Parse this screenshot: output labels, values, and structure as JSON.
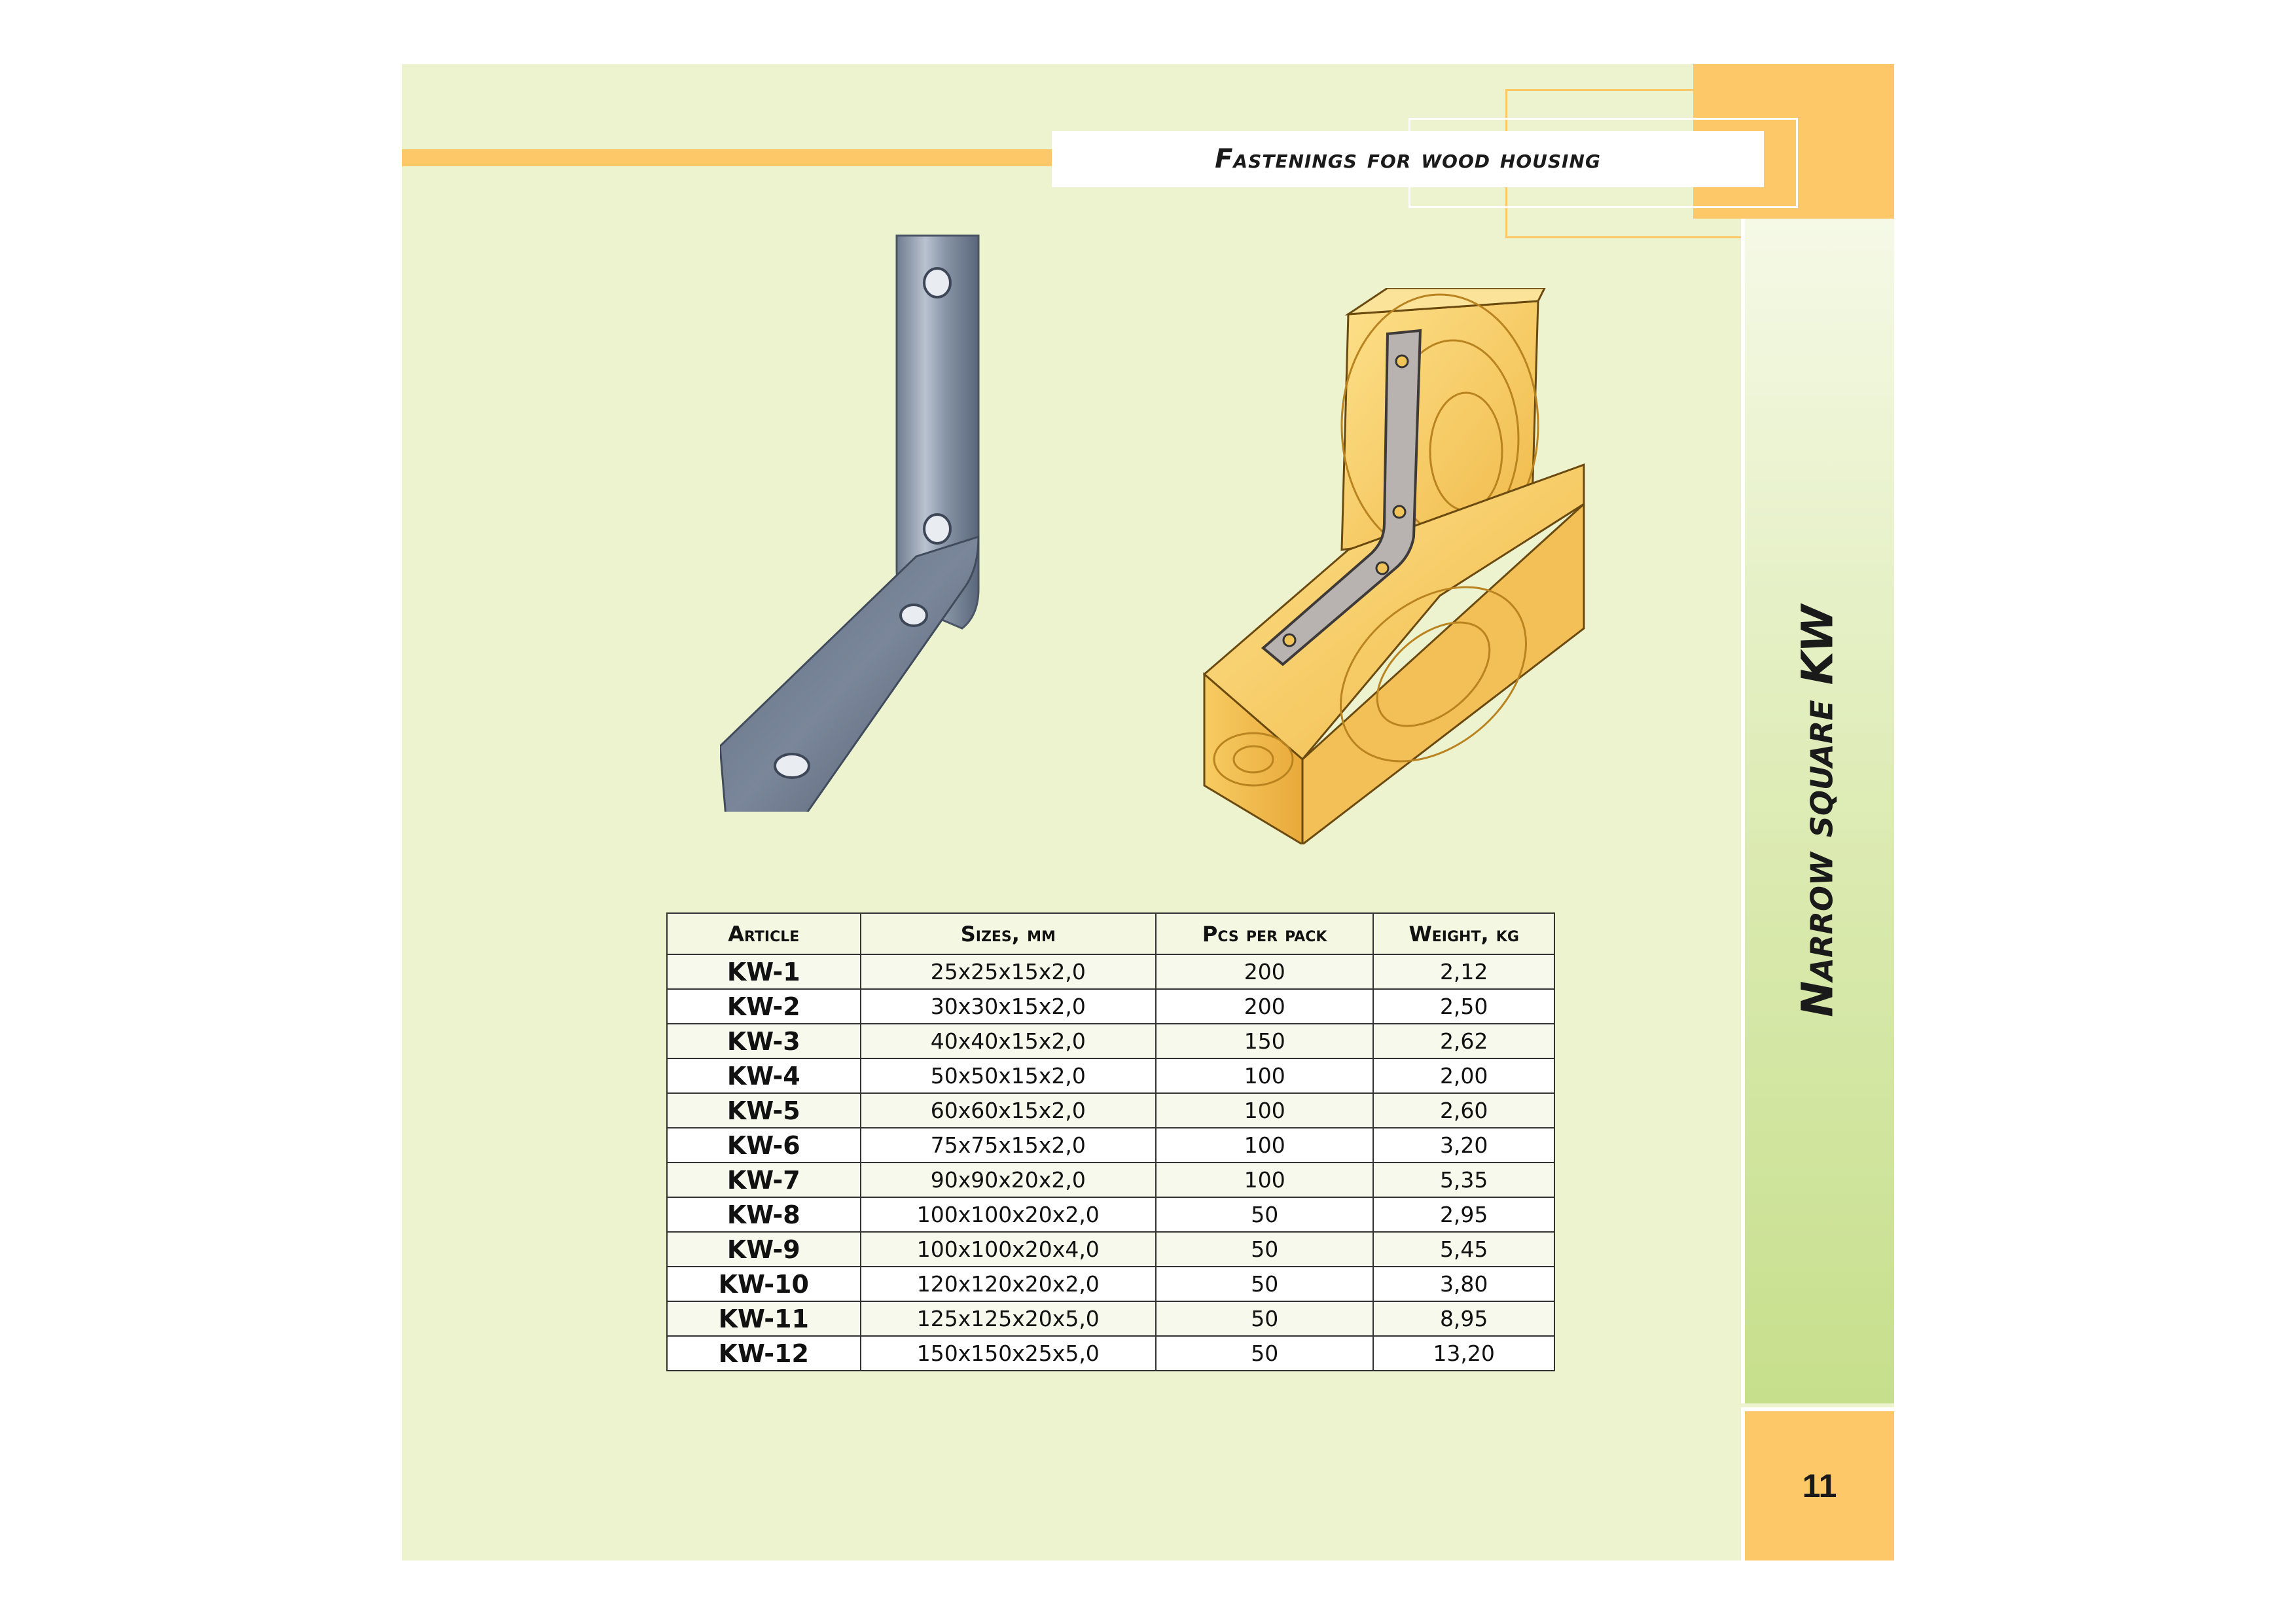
{
  "header": {
    "title": "Fastenings for wood housing"
  },
  "side": {
    "title": "Narrow square KW"
  },
  "page_number": "11",
  "images": {
    "bracket": "steel-angle-bracket-photo",
    "wood": "bracket-on-wooden-beams-illustration"
  },
  "colors": {
    "accent": "#fdc868",
    "page_bg": "#edf2cf",
    "strip_green": "#c6df8c"
  },
  "table": {
    "columns": [
      "Article",
      "Sizes, mm",
      "Pcs per pack",
      "Weight, kg"
    ],
    "rows": [
      [
        "KW-1",
        "25x25x15x2,0",
        "200",
        "2,12"
      ],
      [
        "KW-2",
        "30x30x15x2,0",
        "200",
        "2,50"
      ],
      [
        "KW-3",
        "40x40x15x2,0",
        "150",
        "2,62"
      ],
      [
        "KW-4",
        "50x50x15x2,0",
        "100",
        "2,00"
      ],
      [
        "KW-5",
        "60x60x15x2,0",
        "100",
        "2,60"
      ],
      [
        "KW-6",
        "75x75x15x2,0",
        "100",
        "3,20"
      ],
      [
        "KW-7",
        "90x90x20x2,0",
        "100",
        "5,35"
      ],
      [
        "KW-8",
        "100x100x20x2,0",
        "50",
        "2,95"
      ],
      [
        "KW-9",
        "100x100x20x4,0",
        "50",
        "5,45"
      ],
      [
        "KW-10",
        "120x120x20x2,0",
        "50",
        "3,80"
      ],
      [
        "KW-11",
        "125x125x20x5,0",
        "50",
        "8,95"
      ],
      [
        "KW-12",
        "150x150x25x5,0",
        "50",
        "13,20"
      ]
    ]
  }
}
